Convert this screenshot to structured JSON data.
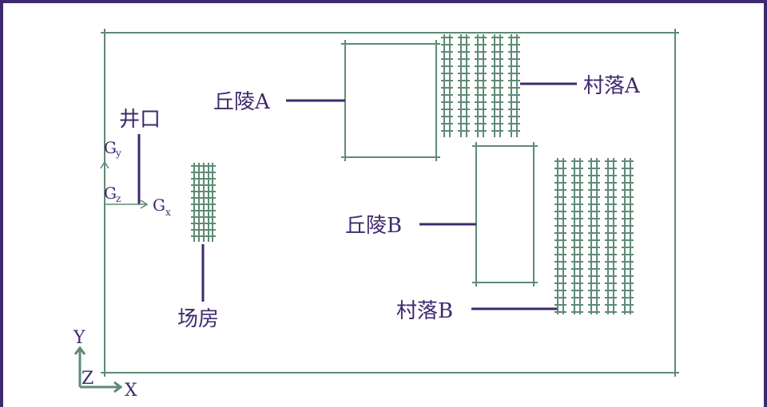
{
  "labels": {
    "hill_a": "丘陵A",
    "hill_b": "丘陵B",
    "village_a": "村落A",
    "village_b": "村落B",
    "wellhead": "井口",
    "plant": "场房",
    "axis_x": "X",
    "axis_y": "Y",
    "axis_z": "Z",
    "g_y": "G",
    "g_y_sub": "y",
    "g_z": "G",
    "g_z_sub": "z",
    "g_x": "G",
    "g_x_sub": "x"
  },
  "colors": {
    "frame": "#3d2a6e",
    "drawing": "#5e8a76",
    "leader": "#3d2a6e",
    "text": "#3d2a6e"
  }
}
